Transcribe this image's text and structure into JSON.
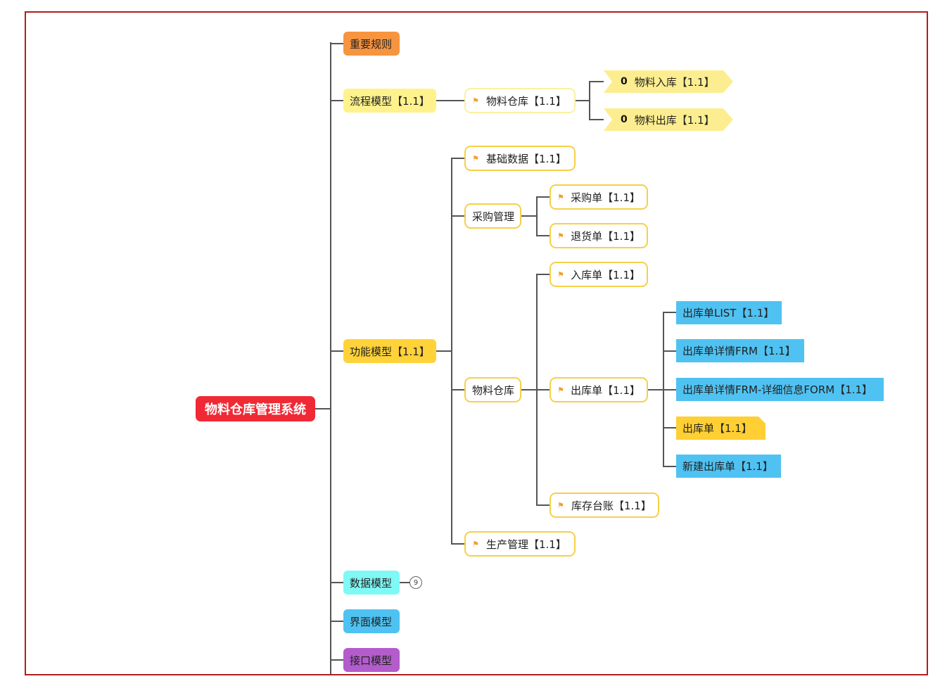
{
  "root": {
    "label": "物料仓库管理系统"
  },
  "level1": {
    "rules": {
      "label": "重要规则"
    },
    "process": {
      "label": "流程模型【1.1】"
    },
    "function": {
      "label": "功能模型【1.1】"
    },
    "data": {
      "label": "数据模型",
      "collapsed_count": "9"
    },
    "ui": {
      "label": "界面模型"
    },
    "interface": {
      "label": "接口模型"
    }
  },
  "process_branch": {
    "warehouse": {
      "label": "物料仓库【1.1】"
    },
    "inbound": {
      "marker": "0",
      "label": "物料入库【1.1】"
    },
    "outbound": {
      "marker": "0",
      "label": "物料出库【1.1】"
    }
  },
  "function_branch": {
    "basic_data": {
      "label": "基础数据【1.1】"
    },
    "purchase": {
      "label": "采购管理"
    },
    "purchase_order": {
      "label": "采购单【1.1】"
    },
    "return_order": {
      "label": "退货单【1.1】"
    },
    "warehouse": {
      "label": "物料仓库"
    },
    "inbound_order": {
      "label": "入库单【1.1】"
    },
    "outbound_order": {
      "label": "出库单【1.1】"
    },
    "outbound_children": {
      "list": {
        "label": "出库单LIST【1.1】"
      },
      "detail": {
        "label": "出库单详情FRM【1.1】"
      },
      "detail_form": {
        "label": "出库单详情FRM-详细信息FORM【1.1】"
      },
      "order": {
        "label": "出库单【1.1】"
      },
      "new_order": {
        "label": "新建出库单【1.1】"
      }
    },
    "inventory_ledger": {
      "label": "库存台账【1.1】"
    },
    "production": {
      "label": "生产管理【1.1】"
    }
  },
  "colors": {
    "root": "#ef2a35",
    "rules": "#f79440",
    "process": "#fff28c",
    "function": "#ffd23a",
    "data": "#7ef9f5",
    "ui": "#4fc2f2",
    "interface": "#b35ccc",
    "node_border": "#f5d04a",
    "leaf_blue": "#4fc2f2",
    "frame": "#b01e1e"
  }
}
